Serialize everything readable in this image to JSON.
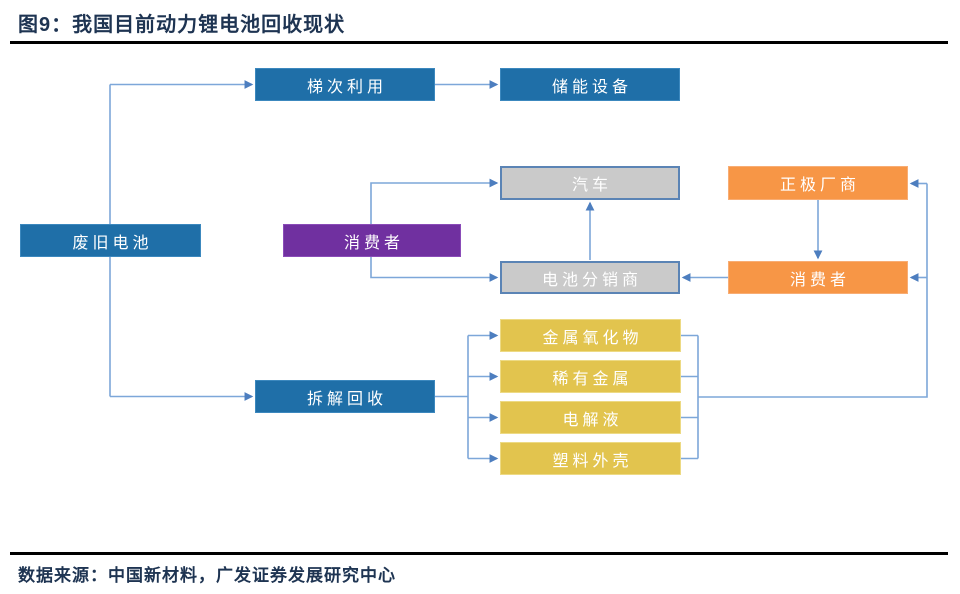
{
  "title": "图9：我国目前动力锂电池回收现状",
  "source": "数据来源：中国新材料，广发证券发展研究中心",
  "colors": {
    "title_text": "#1e3452",
    "rule": "#000000",
    "node_blue": "#1f6fa8",
    "node_purple": "#7030a0",
    "node_orange": "#f79646",
    "node_yellow": "#e2c44e",
    "node_gray_fill": "#cacaca",
    "node_gray_border": "#5b84b5",
    "connector_line": "#7da7d9",
    "arrowhead": "#4d7ebf",
    "node_text": "#ffffff"
  },
  "diagram": {
    "nodes": {
      "waste_battery": {
        "label": "废旧电池"
      },
      "cascade_use": {
        "label": "梯次利用"
      },
      "energy_storage": {
        "label": "储能设备"
      },
      "consumer_mid": {
        "label": "消费者"
      },
      "automobile": {
        "label": "汽车"
      },
      "battery_distributor": {
        "label": "电池分销商"
      },
      "cathode_manufacturer": {
        "label": "正极厂商"
      },
      "consumer_right": {
        "label": "消费者"
      },
      "dismantle_recycle": {
        "label": "拆解回收"
      },
      "metal_oxide": {
        "label": "金属氧化物"
      },
      "rare_metal": {
        "label": "稀有金属"
      },
      "electrolyte": {
        "label": "电解液"
      },
      "plastic_shell": {
        "label": "塑料外壳"
      }
    },
    "edges": [
      "废旧电池 → 梯次利用",
      "梯次利用 → 储能设备",
      "废旧电池 → 拆解回收",
      "消费者 → 汽车",
      "消费者 → 电池分销商",
      "电池分销商 → 汽车",
      "正极厂商 → 消费者",
      "消费者 → 电池分销商",
      "拆解回收 → 金属氧化物",
      "拆解回收 → 稀有金属",
      "拆解回收 → 电解液",
      "拆解回收 → 塑料外壳",
      "金属氧化物/稀有金属/电解液/塑料外壳 → 正极厂商",
      "金属氧化物/稀有金属/电解液/塑料外壳 → 消费者"
    ]
  }
}
